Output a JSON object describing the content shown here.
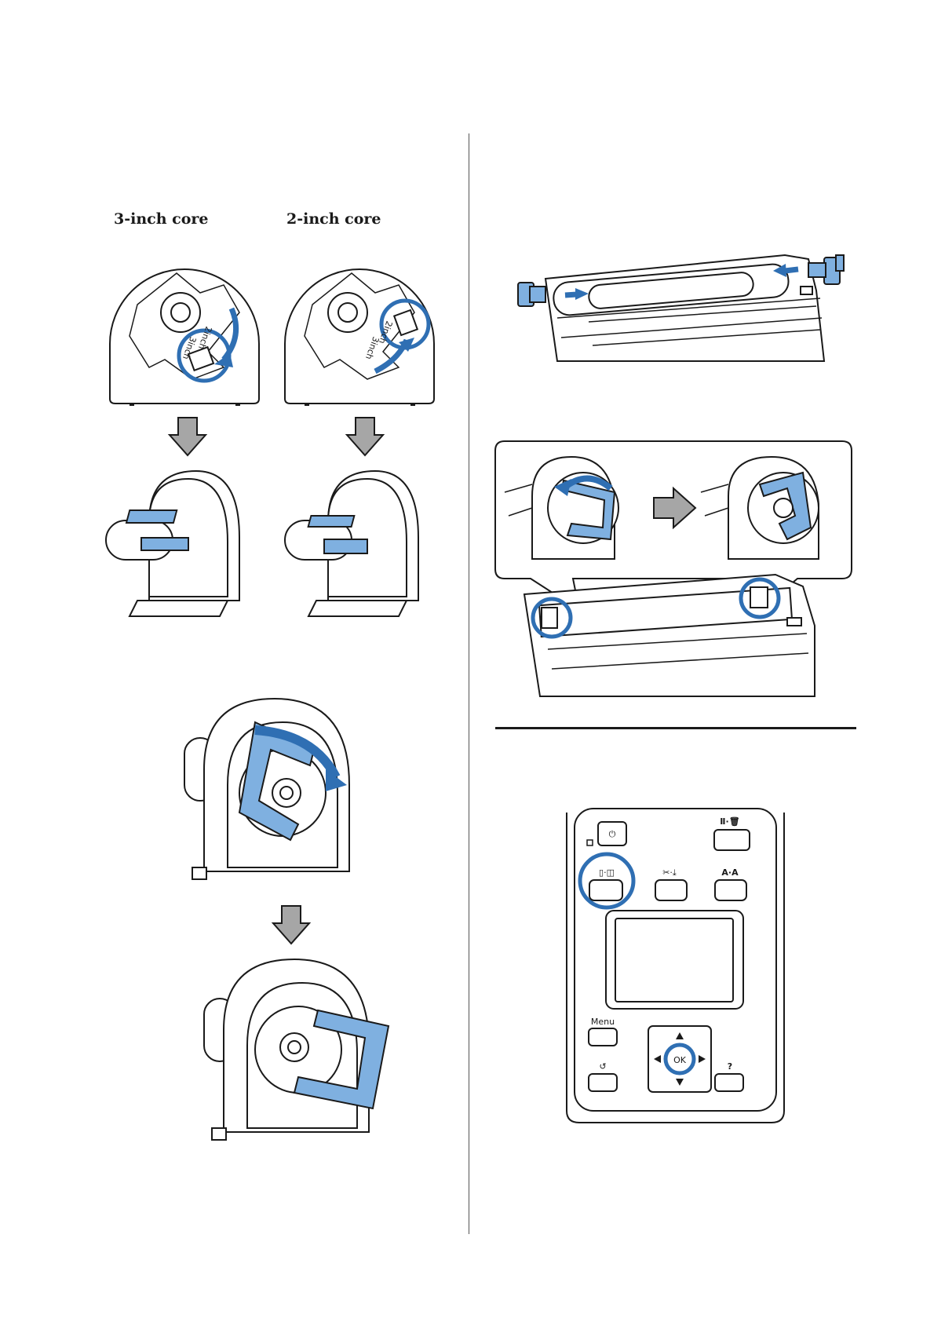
{
  "left_column": {
    "label_3inch": "3-inch core",
    "label_2inch": "2-inch core",
    "adapter_3inch_markings": [
      "3inch",
      "2inch"
    ],
    "adapter_2inch_markings": [
      "2inch",
      "3inch"
    ]
  },
  "control_panel": {
    "menu_label": "Menu",
    "ok_label": "OK",
    "font_button_label": "A·A"
  },
  "colors": {
    "accent_blue": "#2f6fb3",
    "light_blue": "#7fb0e0",
    "arrow_gray": "#a6a6a6"
  }
}
